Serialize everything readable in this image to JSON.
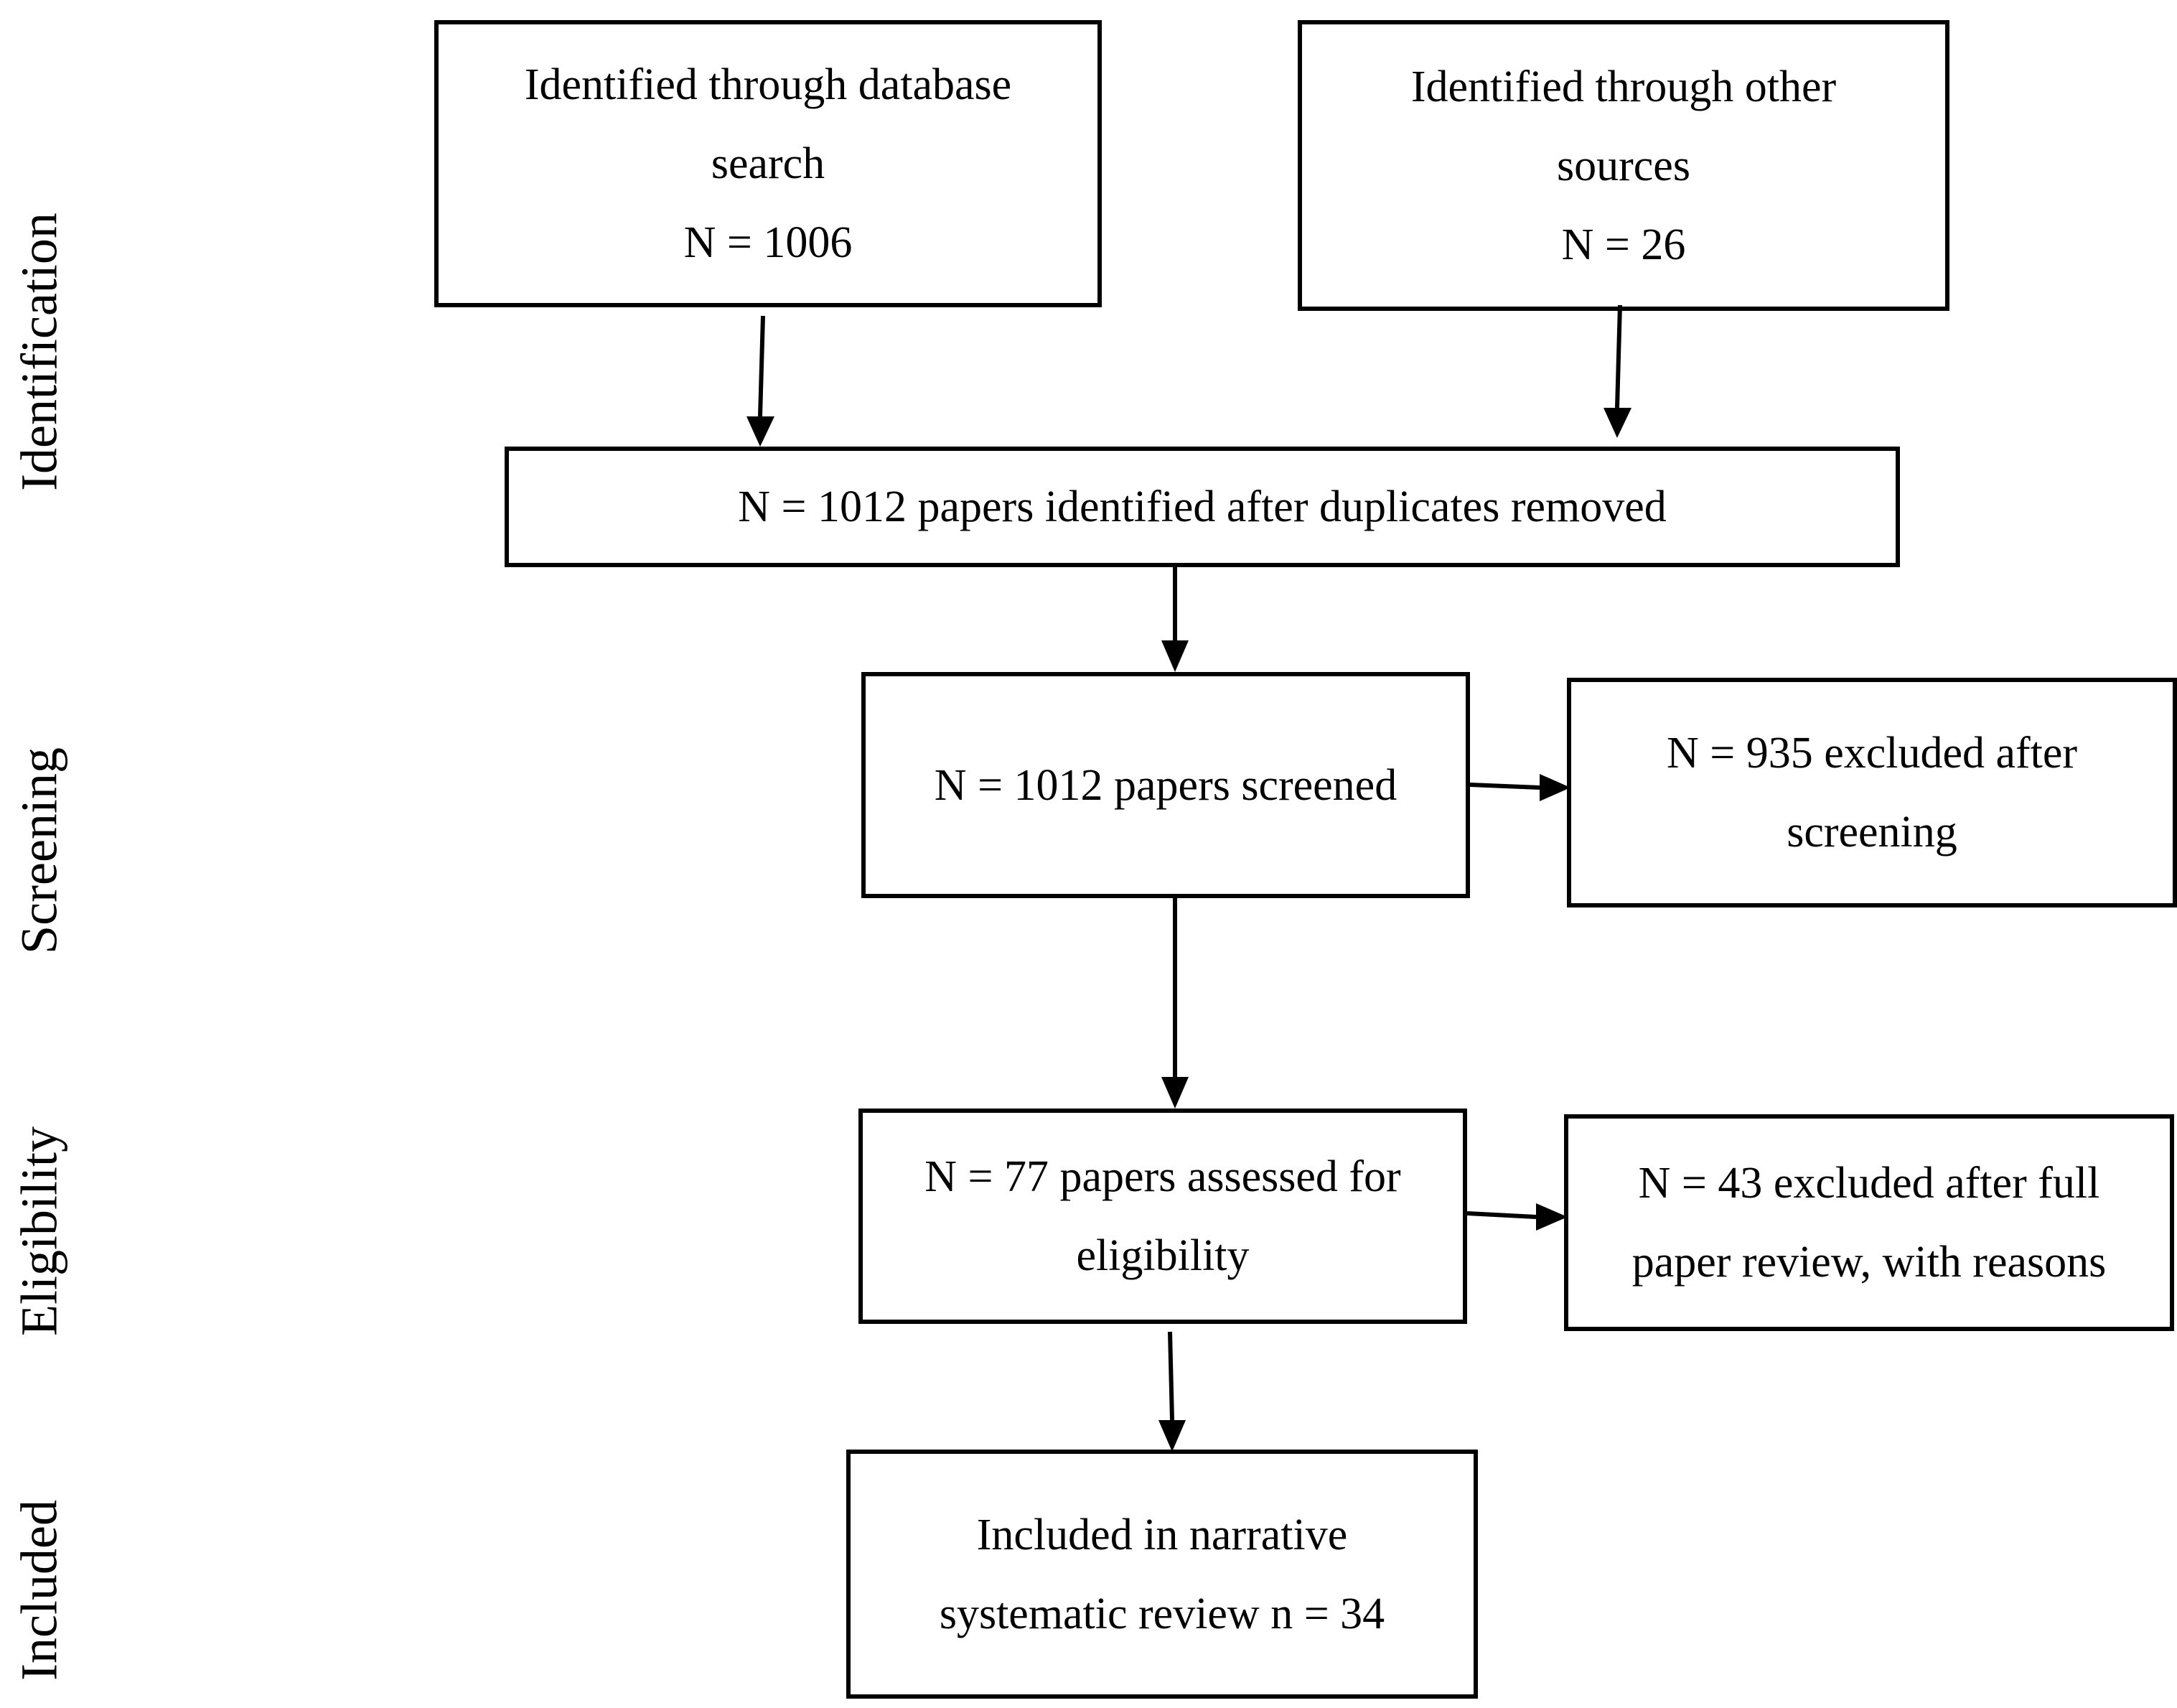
{
  "stages": {
    "identification": "Identification",
    "screening": "Screening",
    "eligibility": "Eligibility",
    "included": "Included"
  },
  "boxes": {
    "database_search": {
      "lines": [
        "Identified through database",
        "search",
        "N = 1006"
      ]
    },
    "other_sources": {
      "lines": [
        "Identified through other",
        "sources",
        "N = 26"
      ]
    },
    "duplicates_removed": {
      "lines": [
        "N = 1012 papers identified after duplicates removed"
      ]
    },
    "screened": {
      "lines": [
        "N = 1012 papers screened"
      ]
    },
    "excluded_screening": {
      "lines": [
        "N = 935 excluded after",
        "screening"
      ]
    },
    "assessed_eligibility": {
      "lines": [
        "N = 77 papers assessed for",
        "eligibility"
      ]
    },
    "excluded_full_review": {
      "lines": [
        "N = 43 excluded after full",
        "paper review, with reasons"
      ]
    },
    "included_review": {
      "lines": [
        "Included in narrative",
        "systematic review n = 34"
      ]
    }
  }
}
